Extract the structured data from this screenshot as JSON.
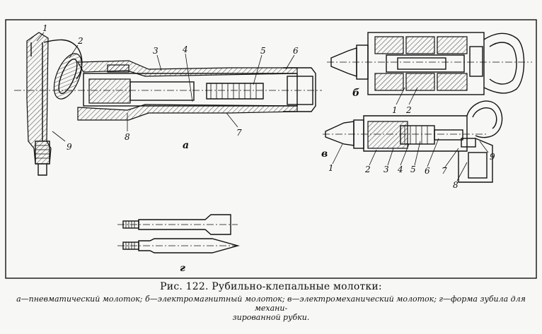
{
  "drawings": {
    "a": {
      "part_labels": [
        "1",
        "2",
        "3",
        "4",
        "5",
        "6",
        "7",
        "8",
        "9"
      ],
      "view_label": "a"
    },
    "b": {
      "part_labels": [
        "1",
        "2"
      ],
      "view_label": "б"
    },
    "v": {
      "part_labels": [
        "1",
        "2",
        "3",
        "4",
        "5",
        "6",
        "7",
        "8",
        "9"
      ],
      "view_label": "в"
    },
    "g": {
      "view_label": "г"
    }
  },
  "caption": {
    "title": "Рис. 122. Рубильно-клепальные молотки:",
    "line1": "а—пневматический молоток; б—электромагнитный молоток; в—электромеханический молоток; г—форма зубила для механи-",
    "line2": "зированной рубки."
  }
}
